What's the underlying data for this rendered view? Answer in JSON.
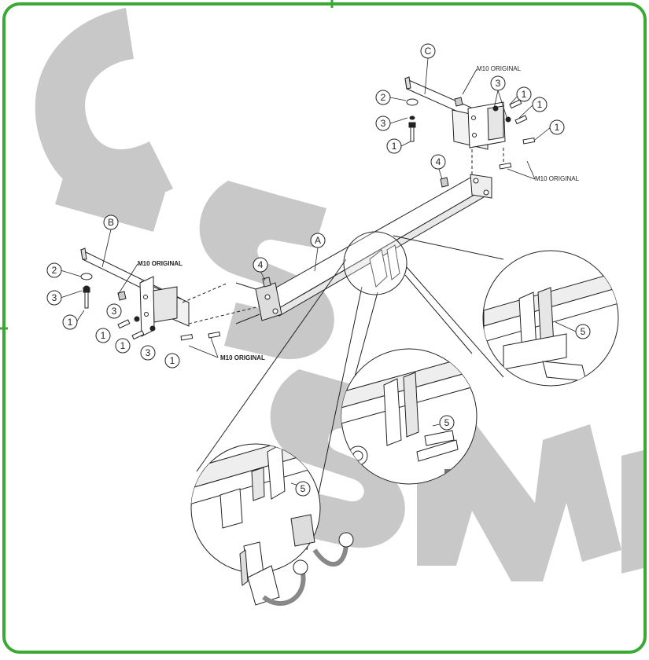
{
  "watermark": {
    "text": "C-SSMI",
    "color": "#c8c8c8"
  },
  "frame": {
    "border_color": "#3aa935"
  },
  "parts": {
    "A": "A",
    "B": "B",
    "C": "C"
  },
  "callouts": {
    "n1": "1",
    "n2": "2",
    "n3": "3",
    "n4": "4",
    "n5": "5"
  },
  "labels": {
    "m10": "M10 ORIGINAL"
  }
}
